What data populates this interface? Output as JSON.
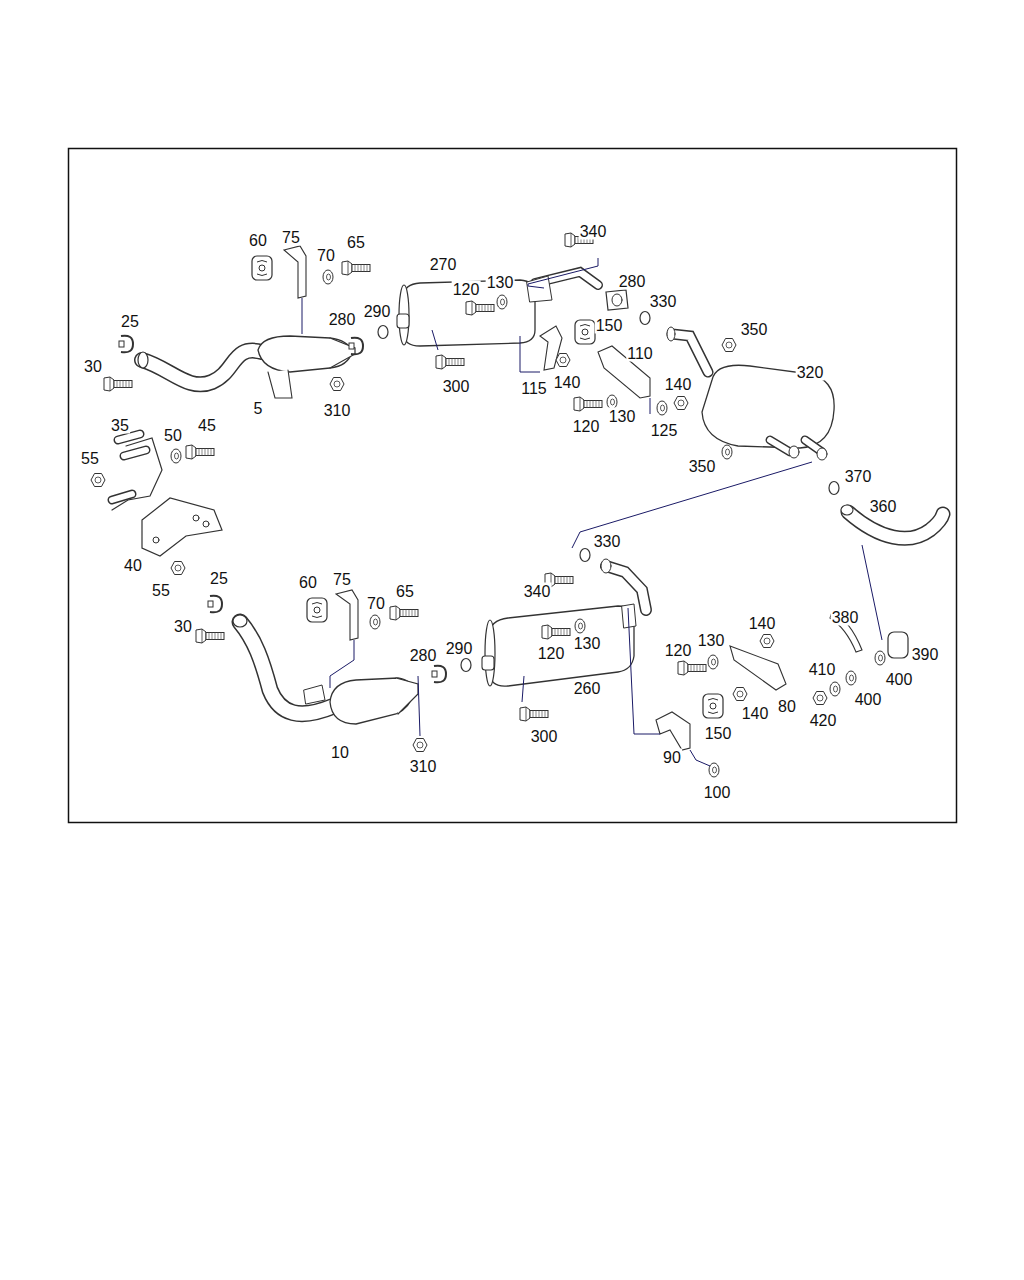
{
  "diagram": {
    "labels": [
      "60",
      "75",
      "70",
      "65",
      "270",
      "340",
      "120",
      "130",
      "280",
      "25",
      "280",
      "290",
      "330",
      "150",
      "350",
      "110",
      "30",
      "320",
      "140",
      "140",
      "115",
      "300",
      "310",
      "5",
      "120",
      "130",
      "125",
      "35",
      "50",
      "45",
      "55",
      "350",
      "370",
      "360",
      "40",
      "55",
      "330",
      "25",
      "60",
      "75",
      "70",
      "65",
      "340",
      "380",
      "140",
      "30",
      "120",
      "130",
      "280",
      "290",
      "120",
      "130",
      "390",
      "410",
      "400",
      "400",
      "260",
      "140",
      "80",
      "420",
      "150",
      "300",
      "10",
      "90",
      "310",
      "100"
    ]
  }
}
